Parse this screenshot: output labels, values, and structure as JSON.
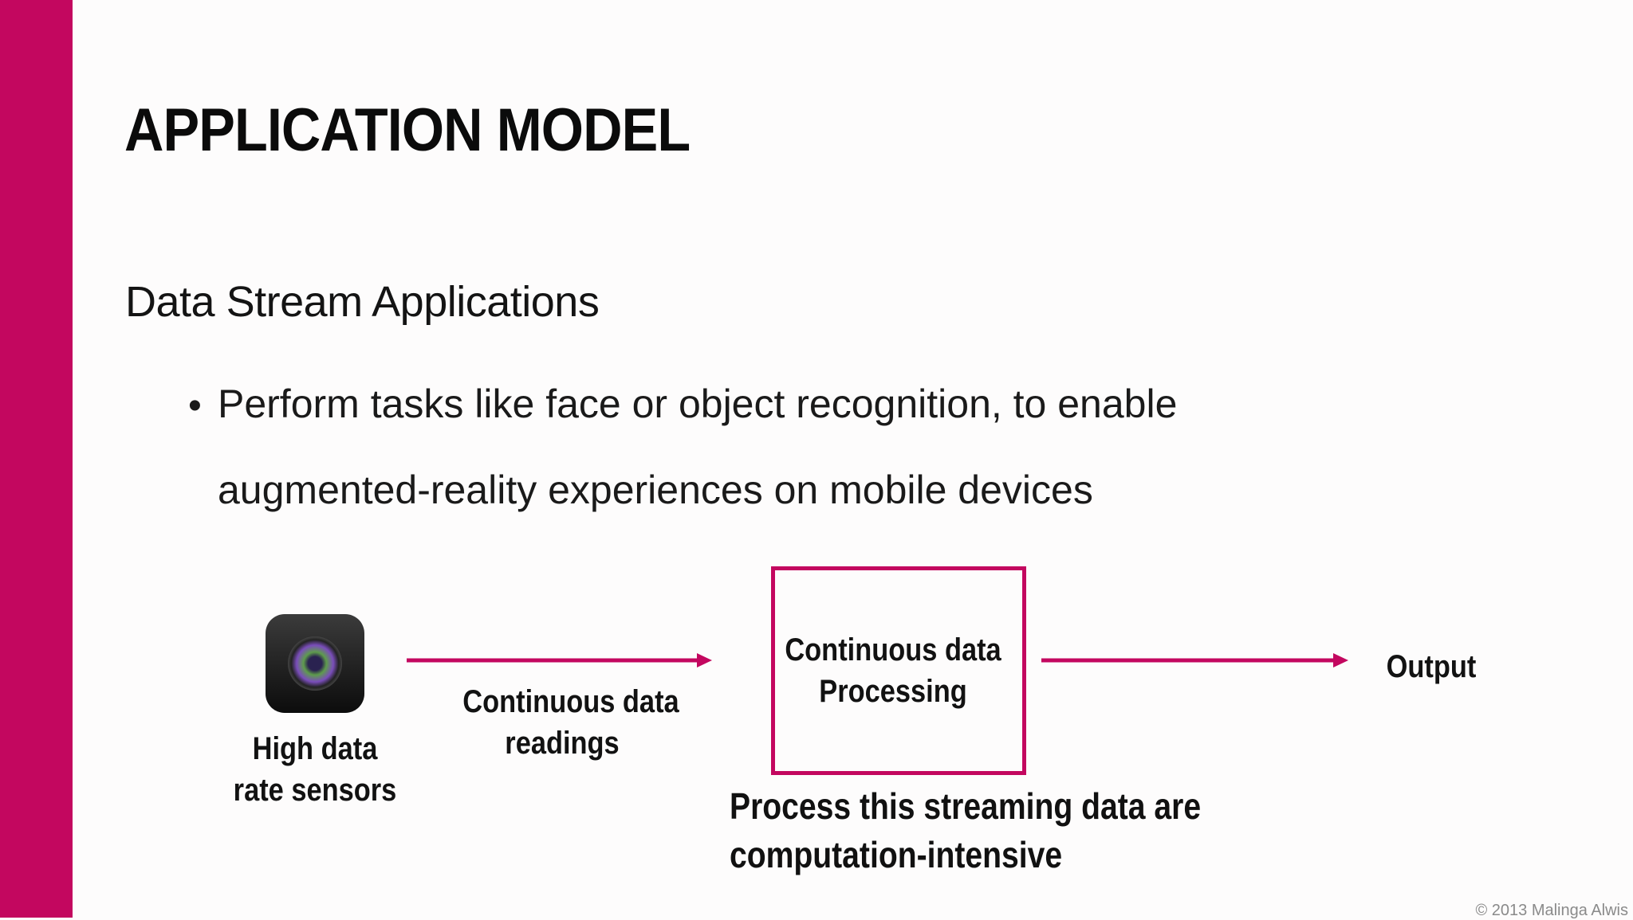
{
  "slide": {
    "title": "APPLICATION MODEL",
    "subtitle": "Data Stream Applications",
    "bullet_symbol": "•",
    "bullet_lines": [
      "Perform tasks like face or object recognition, to enable",
      "augmented-reality experiences on mobile devices"
    ]
  },
  "diagram": {
    "sensor_icon": "camera-icon",
    "sensor_label": [
      "High data",
      "rate sensors"
    ],
    "arrow1_label": [
      "Continuous data",
      "readings"
    ],
    "process_label": [
      "Continuous data",
      "Processing"
    ],
    "output_label": "Output",
    "note": [
      "Process this streaming data are",
      "computation-intensive"
    ]
  },
  "footer": {
    "copyright": "© 2013 Malinga Alwis"
  },
  "colors": {
    "accent": "#c3075f",
    "background": "#fdfcfc",
    "text": "#111111"
  }
}
